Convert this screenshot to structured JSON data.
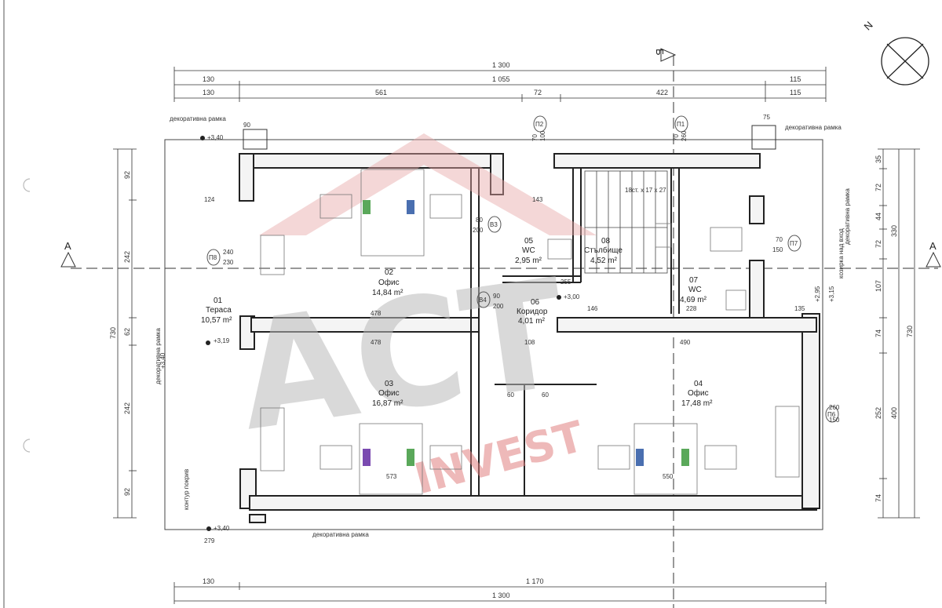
{
  "north_label": "N",
  "section_marks": {
    "a_left": "A",
    "a_right": "A",
    "b_top": "Б"
  },
  "dims_top": {
    "overall": "1 300",
    "row2": [
      "130",
      "1 055",
      "115"
    ],
    "row3": [
      "130",
      "561",
      "72",
      "422",
      "115"
    ]
  },
  "dims_bottom": {
    "row1": [
      "130",
      "1 170"
    ],
    "overall": "1 300"
  },
  "dims_left": [
    "92",
    "242",
    "730",
    "62",
    "242",
    "92"
  ],
  "dims_right": [
    "35",
    "72",
    "44",
    "72",
    "330",
    "107",
    "730",
    "74",
    "252",
    "400",
    "74"
  ],
  "rooms": [
    {
      "num": "01",
      "name": "Тераса",
      "area": "10,57 m²"
    },
    {
      "num": "02",
      "name": "Офис",
      "area": "14,84 m²"
    },
    {
      "num": "03",
      "name": "Офис",
      "area": "16,87 m²"
    },
    {
      "num": "04",
      "name": "Офис",
      "area": "17,48 m²"
    },
    {
      "num": "05",
      "name": "WC",
      "area": "2,95 m²"
    },
    {
      "num": "06",
      "name": "Коридор",
      "area": "4,01 m²"
    },
    {
      "num": "07",
      "name": "WC",
      "area": "4,69 m²"
    },
    {
      "num": "08",
      "name": "Стълбище",
      "area": "4,52 m²"
    }
  ],
  "notes": {
    "deco_frame": "декоративна рамка",
    "roof_contour": "контур покрив",
    "lift_over_entrance": "козирка над вход",
    "stairs": "18ст. х 17 х 27"
  },
  "levels": [
    "+3,40",
    "+3,40",
    "+3,19",
    "+3,00",
    "+2,95",
    "+3,15",
    "+3,40"
  ],
  "openings": [
    {
      "code": "П1",
      "w": "70",
      "h": "260"
    },
    {
      "code": "П2",
      "w": "70",
      "h": "100"
    },
    {
      "code": "П6",
      "w": "260",
      "h": "150"
    },
    {
      "code": "П7",
      "w": "70",
      "h": "150"
    },
    {
      "code": "П8",
      "w": "240",
      "h": "230"
    },
    {
      "code": "В3",
      "w": "80",
      "h": "200"
    },
    {
      "code": "В4",
      "w": "90",
      "h": "200"
    }
  ],
  "inner_dims": [
    "478",
    "478",
    "573",
    "550",
    "490",
    "255",
    "143",
    "146",
    "108",
    "228",
    "124",
    "135",
    "279",
    "90",
    "75",
    "60",
    "60"
  ],
  "watermark": {
    "main": "ACT",
    "sub": "INVEST"
  }
}
